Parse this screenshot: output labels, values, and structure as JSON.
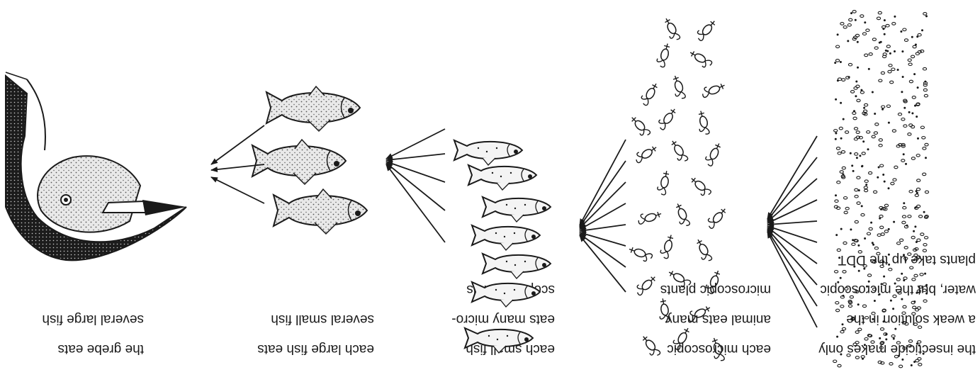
{
  "stages": [
    {
      "id": "water",
      "caption_lines": [
        "the insecticide makes only",
        "a weak solution in the",
        "water, but the microscopic",
        "plants take up the DDT"
      ]
    },
    {
      "id": "microscopic-animals",
      "caption_lines": [
        "each microscopic",
        "animal eats many",
        "microscopic plants"
      ]
    },
    {
      "id": "small-fish",
      "caption_lines": [
        "each small fish",
        "eats many micro-",
        "scopic animals"
      ]
    },
    {
      "id": "large-fish",
      "caption_lines": [
        "each large fish eats",
        "several small fish"
      ]
    },
    {
      "id": "grebe",
      "caption_lines": [
        "the grebe eats",
        "several large fish"
      ]
    }
  ]
}
